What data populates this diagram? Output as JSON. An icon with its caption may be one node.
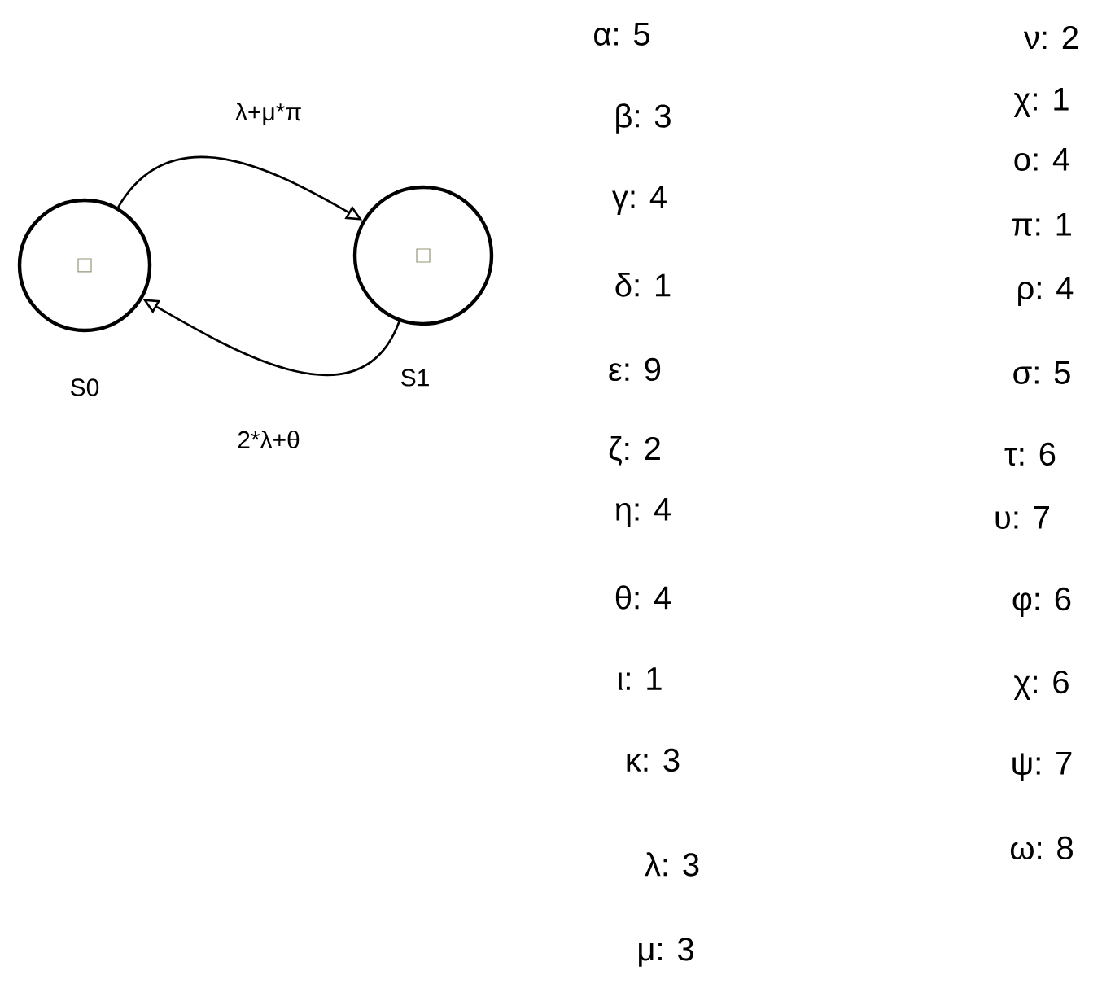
{
  "diagram": {
    "nodes": [
      {
        "text": [
          "S0"
        ]
      },
      {
        "text": [
          "S1"
        ]
      }
    ],
    "edges": [
      {
        "from": 0,
        "to": 1,
        "arrow": "to",
        "label": "λ+μ*π"
      },
      {
        "from": 1,
        "to": 0,
        "arrow": "to",
        "label": "2*λ+θ"
      }
    ],
    "labels": [
      "α: 5",
      "ν: 2",
      "χ: 1",
      "β: 3",
      "ο: 4",
      "π: 1",
      "γ: 4",
      "δ: 1",
      "ρ: 4",
      "ε: 9",
      "σ: 5",
      "ζ: 2",
      "τ: 6",
      "η: 4",
      "υ: 7",
      "θ: 4",
      "φ: 6",
      "ι: 1",
      "χ: 6",
      "κ: 3",
      "ψ: 7",
      "ω: 8",
      "λ: 3",
      "μ: 3"
    ]
  }
}
